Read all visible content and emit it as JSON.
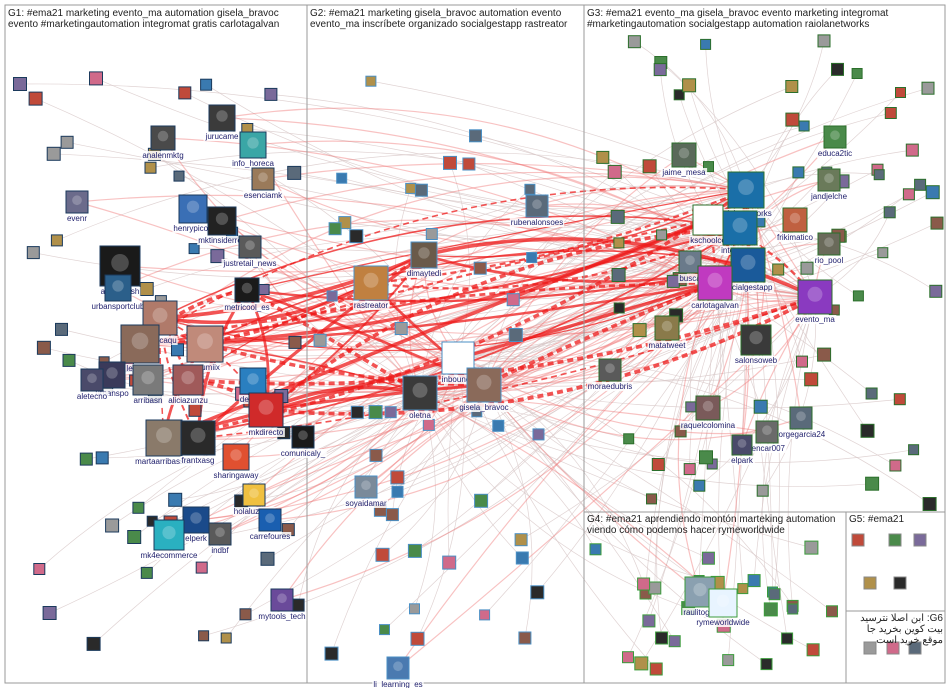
{
  "panels": [
    {
      "id": "G1",
      "title": "G1: #ema21 marketing evento_ma automation gisela_bravoc evento #marketingautomation integromat gratis carlotagalvan",
      "border": "#9a9a9a"
    },
    {
      "id": "G2",
      "title": "G2: #ema21 marketing gisela_bravoc automation evento evento_ma inscríbete organizado socialgestapp rastreator",
      "border": "#9a9a9a"
    },
    {
      "id": "G3",
      "title": "G3: #ema21 evento_ma gisela_bravoc evento marketing integromat #marketingautomation socialgestapp automation raiolanetworks",
      "border": "#9a9a9a"
    },
    {
      "id": "G4",
      "title": "G4: #ema21 aprendiendo montón marteking automation viendo cómo podemos hacer rymeworldwide",
      "border": "#9a9a9a"
    },
    {
      "id": "G5",
      "title": "G5: #ema21",
      "border": "#9a9a9a"
    },
    {
      "id": "G6",
      "title": "G6: ابن اصلا نترسید بیت کوین بخرید جا موقع خرید است",
      "border": "#9a9a9a"
    }
  ],
  "labeled_nodes": [
    {
      "label": "jurucame",
      "group": "G1",
      "color": "#3b3b3b"
    },
    {
      "label": "analenmktg",
      "group": "G1",
      "color": "#4a4a4a"
    },
    {
      "label": "info_horeca",
      "group": "G1",
      "color": "#3aa6a6"
    },
    {
      "label": "esenciamk",
      "group": "G1",
      "color": "#9a7a5a"
    },
    {
      "label": "evenr",
      "group": "G1",
      "color": "#6b6b8b"
    },
    {
      "label": "henrypicon",
      "group": "G1",
      "color": "#3a6fb5"
    },
    {
      "label": "mktinsiderrev",
      "group": "G1",
      "color": "#222222"
    },
    {
      "label": "justretail_news",
      "group": "G1",
      "color": "#5a5a5a"
    },
    {
      "label": "abaenglish",
      "group": "G1",
      "color": "#1a1a1a"
    },
    {
      "label": "urbansportclub",
      "group": "G1",
      "color": "#2b5f8a"
    },
    {
      "label": "metricool_es",
      "group": "G1",
      "color": "#1a1a1a"
    },
    {
      "label": "jessicaqu",
      "group": "G1",
      "color": "#b07a6a"
    },
    {
      "label": "leikoleo",
      "group": "G1",
      "color": "#8a6a5a"
    },
    {
      "label": "natumiix",
      "group": "G1",
      "color": "#c08a7a"
    },
    {
      "label": "urbanspo",
      "group": "G1",
      "color": "#3a3a5a"
    },
    {
      "label": "aletecno",
      "group": "G1",
      "color": "#4a4a6a"
    },
    {
      "label": "arribasn",
      "group": "G1",
      "color": "#7a7a7a"
    },
    {
      "label": "aliciazunzu",
      "group": "G1",
      "color": "#a05a5a"
    },
    {
      "label": "declara",
      "group": "G1",
      "color": "#2a7fc0"
    },
    {
      "label": "mkdirecto",
      "group": "G1",
      "color": "#d02a2a"
    },
    {
      "label": "martaarribassan",
      "group": "G1",
      "color": "#8a7a6a"
    },
    {
      "label": "frantxasg",
      "group": "G1",
      "color": "#2a2a2a"
    },
    {
      "label": "sharingaway",
      "group": "G1",
      "color": "#e05030"
    },
    {
      "label": "comunicaly_",
      "group": "G1",
      "color": "#1a1a1a"
    },
    {
      "label": "holaluzcom",
      "group": "G1",
      "color": "#f0c040"
    },
    {
      "label": "carrefoures",
      "group": "G1",
      "color": "#1a5fb0"
    },
    {
      "label": "elperk",
      "group": "G1",
      "color": "#1a4a8a"
    },
    {
      "label": "indbf",
      "group": "G1",
      "color": "#5a5a5a"
    },
    {
      "label": "mk4ecommerce",
      "group": "G1",
      "color": "#2ab0c0"
    },
    {
      "label": "mytools_tech",
      "group": "G1",
      "color": "#6a4a9a"
    },
    {
      "label": "rastreator",
      "group": "G2",
      "color": "#c08040"
    },
    {
      "label": "dimaytedi",
      "group": "G2",
      "color": "#6a5a4a"
    },
    {
      "label": "rubenalonsoes",
      "group": "G2",
      "color": "#5a6a7a"
    },
    {
      "label": "inboundc",
      "group": "G2",
      "color": "#ffffff"
    },
    {
      "label": "oletna",
      "group": "G2",
      "color": "#3a3a3a"
    },
    {
      "label": "gisela_bravoc",
      "group": "G2",
      "color": "#8a6a5a"
    },
    {
      "label": "soyaidamar",
      "group": "G2",
      "color": "#7a8a9a"
    },
    {
      "label": "li_learning_es",
      "group": "G2",
      "color": "#4a7ab0"
    },
    {
      "label": "jaime_mesa",
      "group": "G3",
      "color": "#5a6a5a"
    },
    {
      "label": "educa2tic",
      "group": "G3",
      "color": "#4a8a4a"
    },
    {
      "label": "raiolanetworks",
      "group": "G3",
      "color": "#1a6fa8"
    },
    {
      "label": "jandjelche",
      "group": "G3",
      "color": "#6a7a5a"
    },
    {
      "label": "kschoolco",
      "group": "G3",
      "color": "#ffffff"
    },
    {
      "label": "integromat",
      "group": "G3",
      "color": "#1a6fa8"
    },
    {
      "label": "frikimatico",
      "group": "G3",
      "color": "#c06040"
    },
    {
      "label": "rio_pool",
      "group": "G3",
      "color": "#6a6a5a"
    },
    {
      "label": "busca",
      "group": "G3",
      "color": "#6a7a8a"
    },
    {
      "label": "socialgestapp",
      "group": "G3",
      "color": "#1a5a9a"
    },
    {
      "label": "carlotagalvan",
      "group": "G3",
      "color": "#c03ac0"
    },
    {
      "label": "evento_ma",
      "group": "G3",
      "color": "#8a3ac0"
    },
    {
      "label": "matatweet",
      "group": "G3",
      "color": "#8a7a4a"
    },
    {
      "label": "salonsoweb",
      "group": "G3",
      "color": "#3a3a3a"
    },
    {
      "label": "moraedubris",
      "group": "G3",
      "color": "#5a5a5a"
    },
    {
      "label": "raquelcolomina",
      "group": "G3",
      "color": "#7a5a5a"
    },
    {
      "label": "jorgegarcia24",
      "group": "G3",
      "color": "#5a6a7a"
    },
    {
      "label": "rencar007",
      "group": "G3",
      "color": "#6a6a6a"
    },
    {
      "label": "elpark",
      "group": "G3",
      "color": "#4a4a6a"
    },
    {
      "label": "raulitogar",
      "group": "G4",
      "color": "#8aa0b0"
    },
    {
      "label": "rymeworldwide",
      "group": "G4",
      "color": "#e8f4ff"
    }
  ],
  "edge_colors": {
    "strong": "#ee1b1b",
    "medium": "#f07878",
    "faint": "#d8c8c8"
  }
}
